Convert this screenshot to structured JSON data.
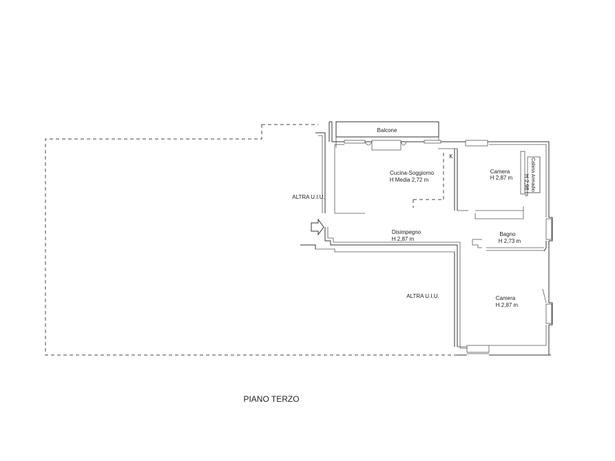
{
  "labels": {
    "balcone": "Balcone",
    "cucina_name": "Cucina-Soggiorno",
    "cucina_height": "H Media 2,72 m",
    "k_mark": "K",
    "camera1_name": "Camera",
    "camera1_height": "H 2,87 m",
    "cabina_name": "Cabina Armadio",
    "cabina_height": "H 2,98 m",
    "altra_left": "ALTRA U.I.U.",
    "disimpegno_name": "Disimpegno",
    "disimpegno_height": "H 2,87 m",
    "bagno_name": "Bagno",
    "bagno_height": "H 2,73 m",
    "altra_center": "ALTRA U.I.U.",
    "camera2_name": "Camera",
    "camera2_height": "H 2,87 m",
    "floor_title": "PIANO TERZO"
  },
  "colors": {
    "wall": "#333333",
    "background": "#ffffff"
  },
  "icons": {
    "entrance": "entrance-arrow-icon"
  }
}
